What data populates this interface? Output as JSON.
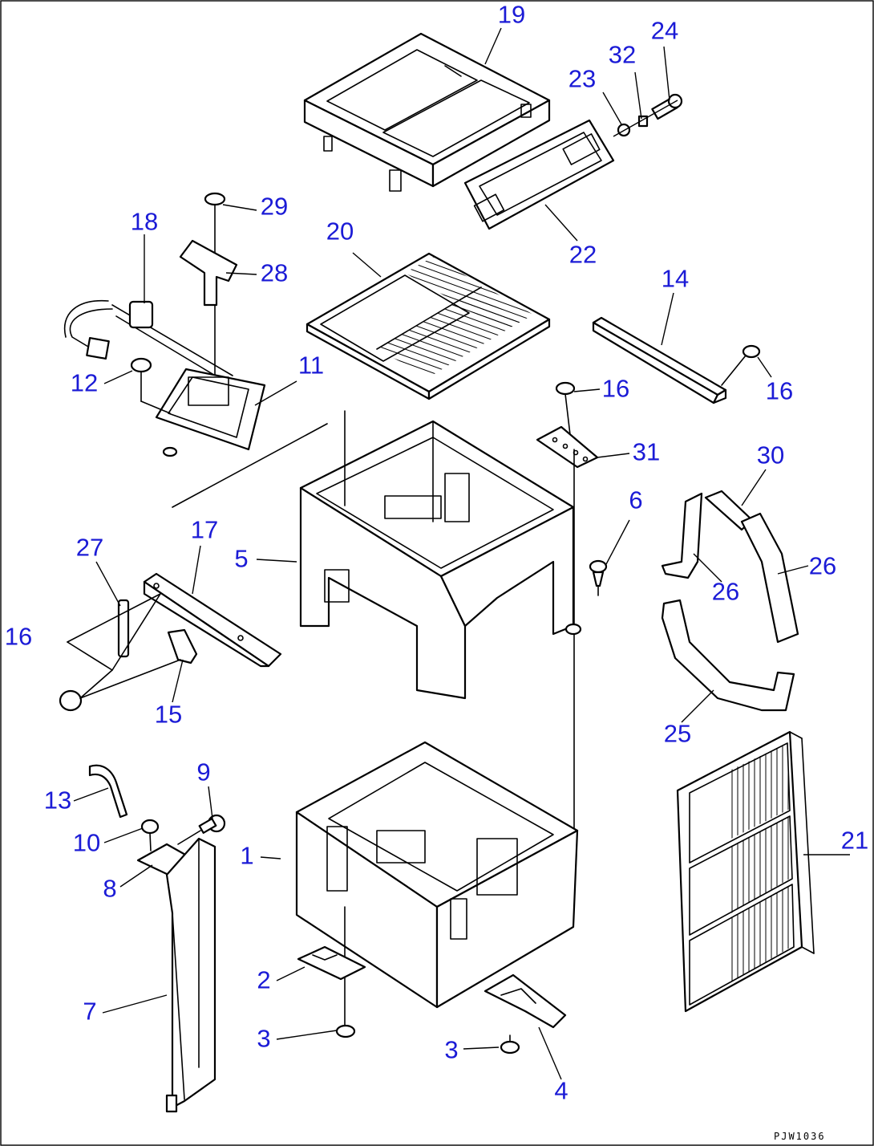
{
  "drawing": {
    "code": "PJW1036",
    "link_color": "#1b1bd6"
  },
  "callouts": [
    {
      "id": "19",
      "label": "19"
    },
    {
      "id": "24",
      "label": "24"
    },
    {
      "id": "32",
      "label": "32"
    },
    {
      "id": "23",
      "label": "23"
    },
    {
      "id": "29",
      "label": "29"
    },
    {
      "id": "18",
      "label": "18"
    },
    {
      "id": "20",
      "label": "20"
    },
    {
      "id": "22",
      "label": "22"
    },
    {
      "id": "28",
      "label": "28"
    },
    {
      "id": "14",
      "label": "14"
    },
    {
      "id": "12",
      "label": "12"
    },
    {
      "id": "11",
      "label": "11"
    },
    {
      "id": "16a",
      "label": "16"
    },
    {
      "id": "16b",
      "label": "16"
    },
    {
      "id": "31",
      "label": "31"
    },
    {
      "id": "30",
      "label": "30"
    },
    {
      "id": "6",
      "label": "6"
    },
    {
      "id": "17",
      "label": "17"
    },
    {
      "id": "27",
      "label": "27"
    },
    {
      "id": "5",
      "label": "5"
    },
    {
      "id": "26a",
      "label": "26"
    },
    {
      "id": "26b",
      "label": "26"
    },
    {
      "id": "16c",
      "label": "16"
    },
    {
      "id": "15",
      "label": "15"
    },
    {
      "id": "25",
      "label": "25"
    },
    {
      "id": "9",
      "label": "9"
    },
    {
      "id": "13",
      "label": "13"
    },
    {
      "id": "10",
      "label": "10"
    },
    {
      "id": "21",
      "label": "21"
    },
    {
      "id": "1",
      "label": "1"
    },
    {
      "id": "8",
      "label": "8"
    },
    {
      "id": "2",
      "label": "2"
    },
    {
      "id": "7",
      "label": "7"
    },
    {
      "id": "3a",
      "label": "3"
    },
    {
      "id": "3b",
      "label": "3"
    },
    {
      "id": "4",
      "label": "4"
    }
  ]
}
